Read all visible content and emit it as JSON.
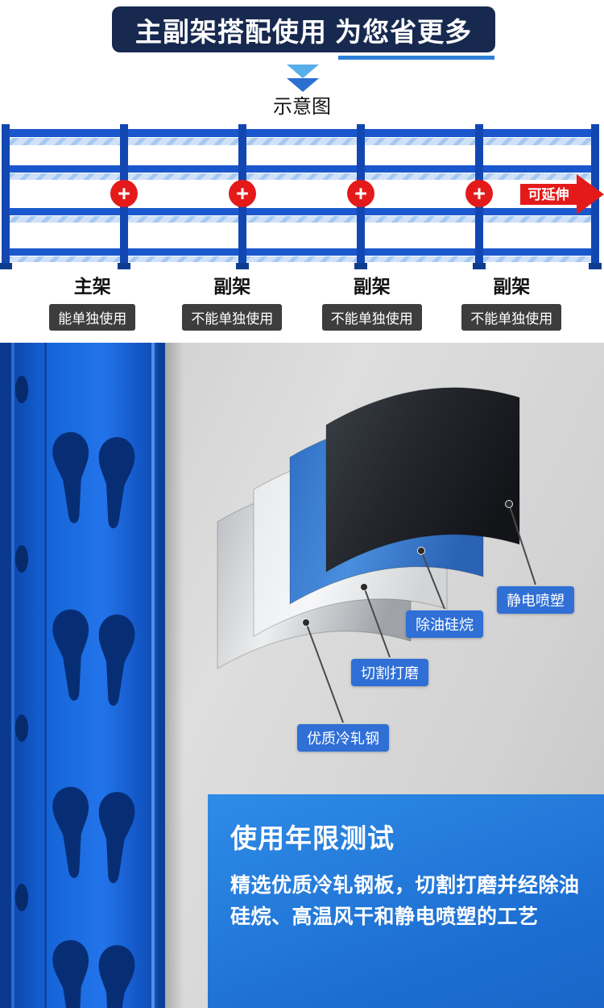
{
  "banner": {
    "title": "主副架搭配使用 为您省更多"
  },
  "schematic": {
    "caption": "示意图",
    "plus_icon": "+",
    "extend_arrow_label": "可延伸",
    "frames": [
      {
        "name": "主架",
        "badge": "能单独使用"
      },
      {
        "name": "副架",
        "badge": "不能单独使用"
      },
      {
        "name": "副架",
        "badge": "不能单独使用"
      },
      {
        "name": "副架",
        "badge": "不能单独使用"
      }
    ]
  },
  "coating_layers": [
    {
      "label": "优质冷轧钢"
    },
    {
      "label": "切割打磨"
    },
    {
      "label": "除油硅烷"
    },
    {
      "label": "静电喷塑"
    }
  ],
  "info_box": {
    "title": "使用年限测试",
    "body": "精选优质冷轧钢板，切割打磨并经除油硅烷、高温风干和静电喷塑的工艺"
  },
  "colors": {
    "banner_bg": "#17294f",
    "accent_blue": "#2d7fd9",
    "rack_blue": "#1a57cd",
    "plus_red": "#e41a1a",
    "dark_badge": "#3d3d3d",
    "tag_blue": "#2f6fd6",
    "info_box_blue": "#1d6ed2",
    "post_blue": "#1565d8"
  }
}
